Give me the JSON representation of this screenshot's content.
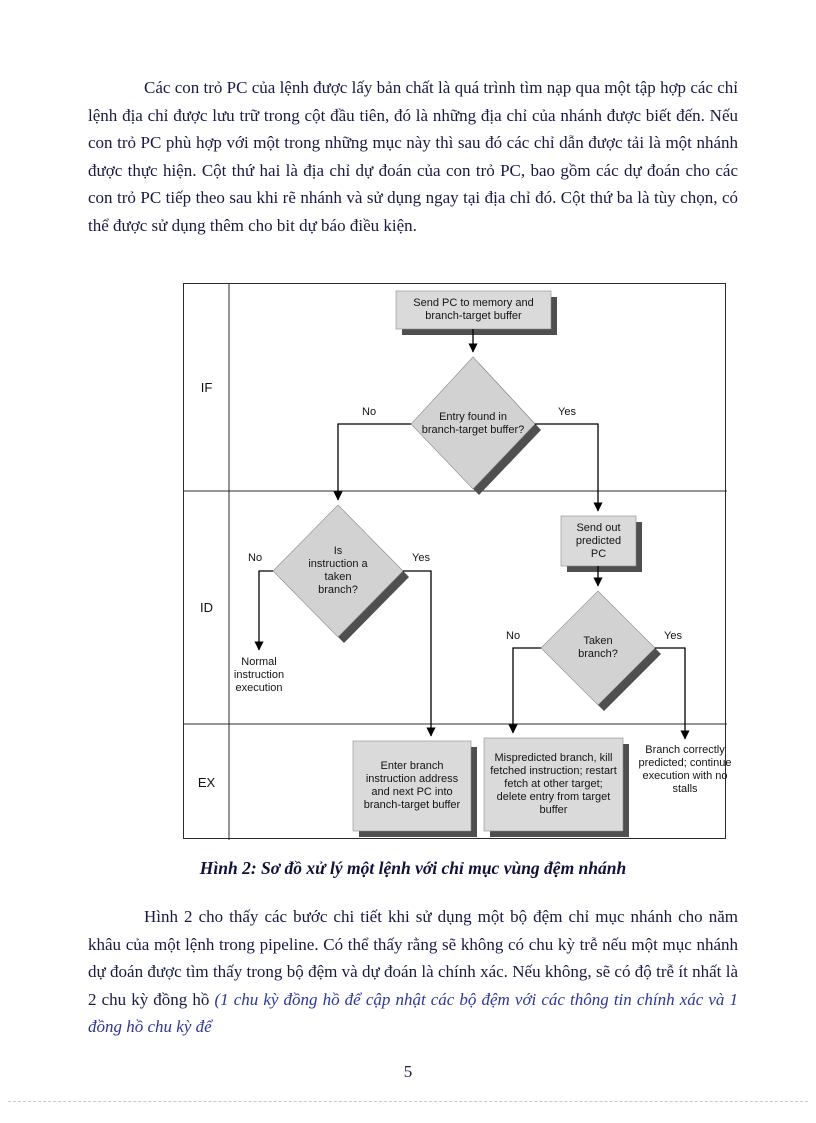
{
  "page": {
    "number": "5"
  },
  "paragraphs": {
    "p1": "Các con trỏ PC của lệnh được lấy bản chất là quá trình tìm nạp qua một tập hợp các chỉ lệnh địa chỉ được lưu trữ trong cột đầu tiên, đó là những địa chỉ của nhánh được biết đến. Nếu con trỏ PC phù hợp với một trong những mục này thì sau đó các chỉ dẫn được tải là một nhánh được thực hiện. Cột thứ hai là địa chỉ dự đoán của con trỏ PC, bao gồm các dự đoán cho các con trỏ PC tiếp theo sau khi rẽ nhánh và sử dụng ngay tại địa chỉ đó. Cột thứ ba là tùy chọn, có thể được sử dụng thêm cho bit dự báo điều kiện.",
    "p2_normal": "Hình 2 cho thấy các bước chi tiết khi sử dụng một bộ đệm chỉ mục nhánh cho năm khâu của một lệnh trong pipeline. Có thể thấy rằng sẽ không có chu kỳ trễ nếu một mục nhánh dự đoán được tìm thấy trong bộ đệm và dự đoán là chính xác. Nếu không, sẽ có độ trễ ít nhất là 2 chu kỳ đồng hồ ",
    "p2_italic": "(1 chu kỳ đồng hồ để cập nhật các bộ đệm với các thông tin chính xác và 1 đồng hồ chu kỳ để"
  },
  "figure": {
    "caption": "Hình 2: Sơ đồ xử lý một lệnh với chỉ mục vùng đệm nhánh",
    "stages": [
      "IF",
      "ID",
      "EX"
    ],
    "labels": {
      "no": "No",
      "yes": "Yes"
    },
    "nodes": {
      "send_pc": "Send PC to memory and branch-target buffer",
      "entry_found": "Entry found in branch-target buffer?",
      "is_taken_branch": "Is instruction a taken branch?",
      "normal_execution": "Normal instruction execution",
      "send_out_pc": "Send out predicted PC",
      "taken_branch": "Taken branch?",
      "enter_branch": "Enter branch instruction address and next PC into branch-target buffer",
      "mispredicted": "Mispredicted branch, kill fetched instruction; restart fetch at other target; delete entry from target buffer",
      "correctly_predicted": "Branch correctly predicted; continue execution with no stalls"
    }
  }
}
